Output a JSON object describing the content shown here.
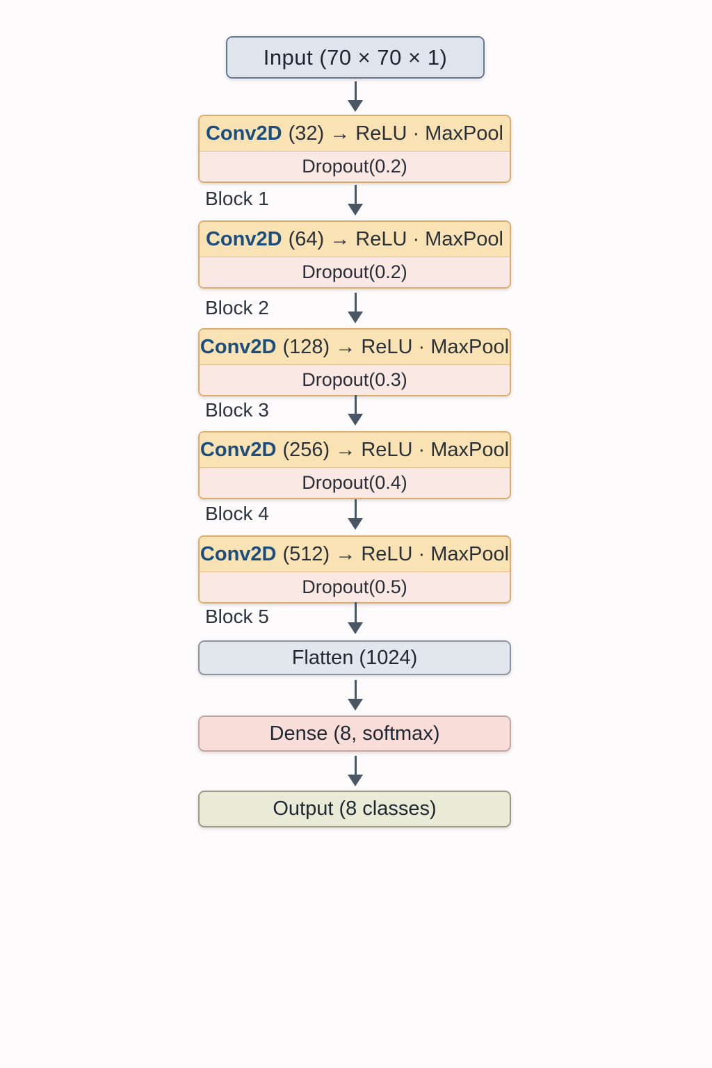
{
  "input": {
    "label": "Input (70 × 70 × 1)"
  },
  "blocks": [
    {
      "name": "Block 1",
      "layer": "Conv2D",
      "params": "(32) → ReLU · MaxPool",
      "dropout": "Dropout(0.2)"
    },
    {
      "name": "Block 2",
      "layer": "Conv2D",
      "params": "(64) → ReLU · MaxPool",
      "dropout": "Dropout(0.2)"
    },
    {
      "name": "Block 3",
      "layer": "Conv2D",
      "params": "(128) → ReLU · MaxPool",
      "dropout": "Dropout(0.3)"
    },
    {
      "name": "Block 4",
      "layer": "Conv2D",
      "params": "(256) → ReLU · MaxPool",
      "dropout": "Dropout(0.4)"
    },
    {
      "name": "Block 5",
      "layer": "Conv2D",
      "params": "(512) → ReLU · MaxPool",
      "dropout": "Dropout(0.5)"
    }
  ],
  "tail": {
    "flatten": "Flatten (1024)",
    "dense": "Dense (8, softmax)",
    "output": "Output (8 classes)"
  },
  "colors": {
    "background": "#fdfbfc",
    "input_fill": "#dfe5ee",
    "input_border": "#68788c",
    "conv_fill": "#f9e2b4",
    "conv_border": "#d9ad6d",
    "conv_layer_text": "#1b4e7e",
    "dropout_fill": "#f9e8e4",
    "flatten_fill": "#e2e7ee",
    "flatten_border": "#8b939e",
    "dense_fill": "#f8ddd9",
    "dense_border": "#c2a6a1",
    "output_fill": "#e9ebd6",
    "output_border": "#969d7e",
    "arrow": "#495664",
    "ink": "#242b36"
  }
}
